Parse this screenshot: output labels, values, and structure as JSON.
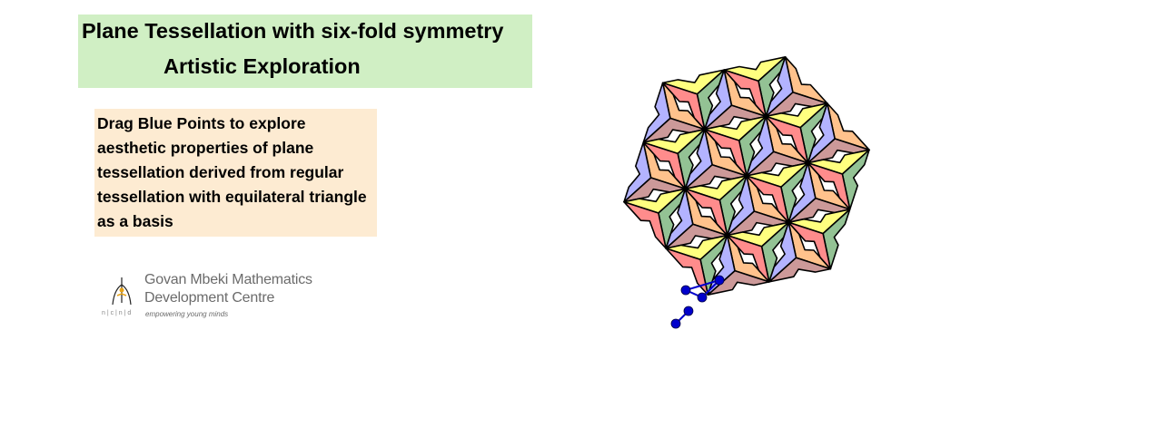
{
  "title": {
    "line1": "Plane Tessellation with six-fold symmetry",
    "line2": "Artistic Exploration"
  },
  "instructions": "Drag Blue Points to explore aesthetic properties of plane tessellation derived from regular tessellation with equilateral triangle as a basis",
  "logo": {
    "line1": "Govan Mbeki Mathematics",
    "line2": "Development Centre",
    "tagline": "empowering young minds",
    "small": "n | c | n | d"
  },
  "colors": {
    "title_bg": "#d0efc4",
    "instructions_bg": "#fdebd2",
    "tile_colors": [
      "#ffff7f",
      "#93c294",
      "#ff8c8c",
      "#ffc28c",
      "#cc9999",
      "#b3b3ff"
    ],
    "control_point": "#0000cc",
    "outline": "#000000"
  }
}
